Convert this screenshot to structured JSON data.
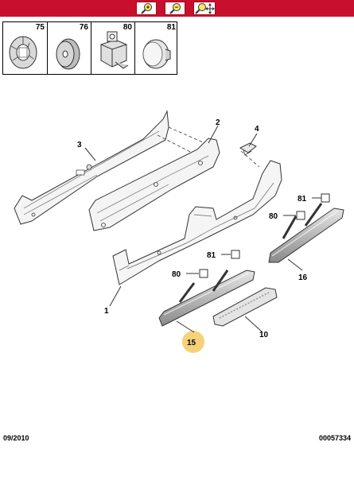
{
  "toolbar": {
    "buttons": [
      {
        "name": "zoom-in-button",
        "icon": "zoom-in-icon"
      },
      {
        "name": "zoom-out-button",
        "icon": "zoom-out-icon"
      },
      {
        "name": "zoom-pan-button",
        "icon": "zoom-pan-icon"
      }
    ],
    "bar_color": "#c8102e"
  },
  "thumbnails": [
    {
      "ref": "75",
      "icon": "grommet-plug-icon"
    },
    {
      "ref": "76",
      "icon": "foam-plug-icon"
    },
    {
      "ref": "80",
      "icon": "clip-bracket-icon"
    },
    {
      "ref": "81",
      "icon": "round-cap-icon"
    }
  ],
  "callouts": {
    "c1": "1",
    "c2": "2",
    "c3": "3",
    "c4": "4",
    "c10": "10",
    "c15": "15",
    "c16": "16",
    "c80a": "80",
    "c80b": "80",
    "c81a": "81",
    "c81b": "81"
  },
  "highlight_color": "#f5d27a",
  "footer": {
    "date": "09/2010",
    "ref": "00057334"
  }
}
